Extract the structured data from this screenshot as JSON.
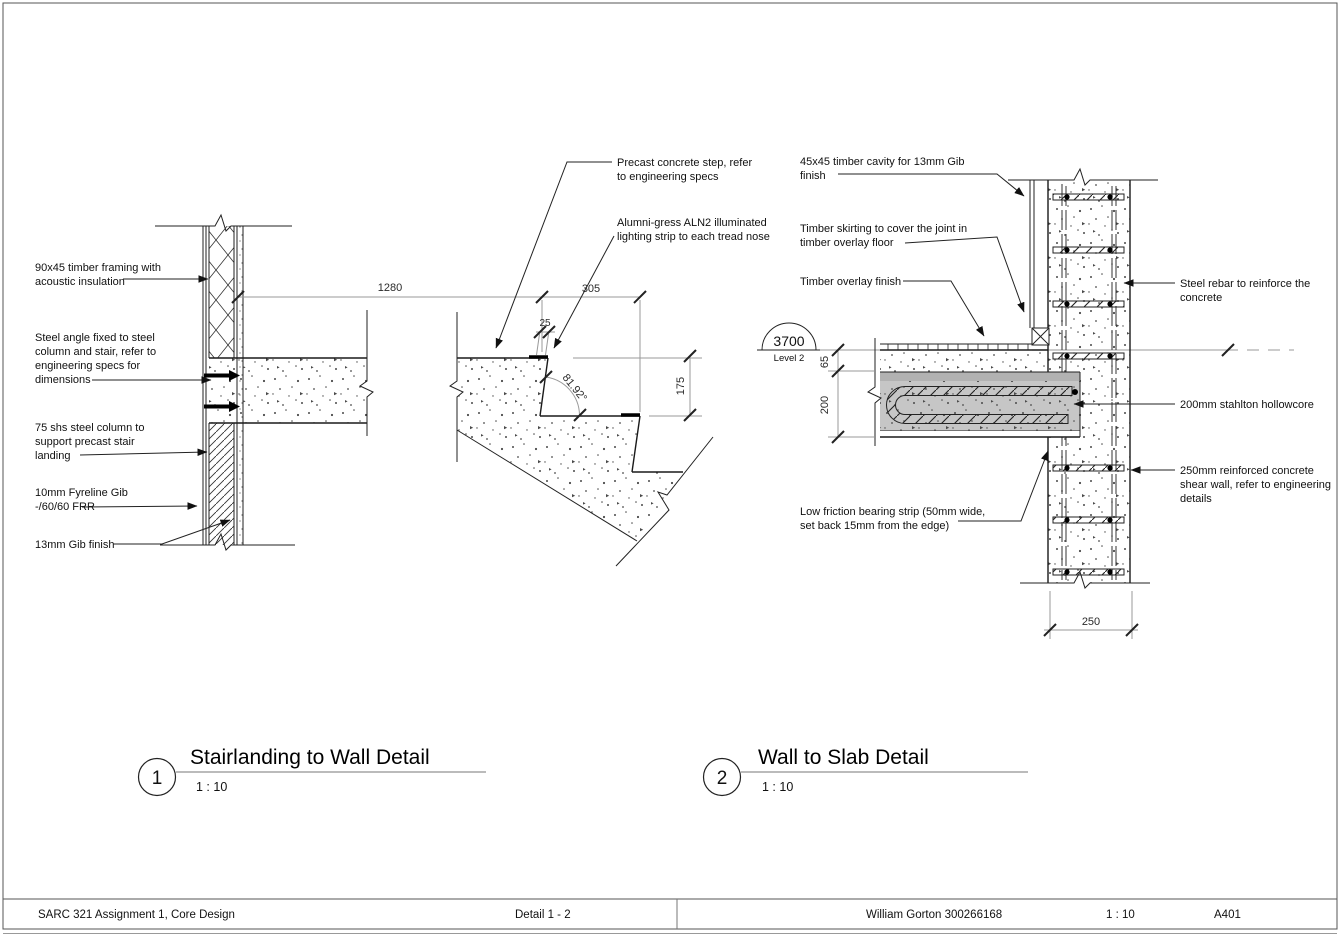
{
  "sheet": {
    "project": "SARC 321 Assignment 1, Core Design",
    "sheet_title": "Detail 1 - 2",
    "author": "William Gorton 300266168",
    "scale": "1 : 10",
    "number": "A401"
  },
  "detail1": {
    "num": "1",
    "title": "Stairlanding to Wall Detail",
    "scale": "1 : 10",
    "labels": {
      "framing": [
        "90x45 timber framing with",
        "acoustic insulation"
      ],
      "angle": [
        "Steel angle fixed to steel",
        "column and stair, refer to",
        "engineering specs for",
        "dimensions"
      ],
      "column": [
        "75 shs steel column to",
        "support precast stair",
        "landing"
      ],
      "fyreline": [
        "10mm Fyreline Gib",
        "-/60/60 FRR"
      ],
      "gib": [
        "13mm Gib finish"
      ],
      "step": [
        "Precast  concrete step, refer",
        "to engineering specs"
      ],
      "lighting": [
        "Alumni-gress ALN2  illuminated",
        "lighting strip to each tread nose"
      ]
    },
    "dims": {
      "width": "1280",
      "going": "305",
      "nose": "25",
      "riser": "175",
      "angle": "81.92°"
    }
  },
  "detail2": {
    "num": "2",
    "title": "Wall to Slab Detail",
    "scale": "1 : 10",
    "level": {
      "elevation": "3700",
      "name": "Level 2"
    },
    "labels": {
      "cavity": [
        "45x45 timber cavity for 13mm Gib",
        "finish"
      ],
      "skirting": [
        "Timber skirting to cover the joint in",
        "timber overlay floor"
      ],
      "overlay": [
        "Timber overlay finish"
      ],
      "rebar": [
        "Steel rebar to reinforce the",
        "concrete"
      ],
      "hollowcore": [
        "200mm stahlton hollowcore"
      ],
      "shearwall": [
        "250mm reinforced concrete",
        "shear wall, refer to engineering",
        "details"
      ],
      "bearing": [
        "Low friction bearing strip (50mm wide,",
        "set back 15mm from the edge)"
      ]
    },
    "dims": {
      "topping": "65",
      "slab": "200",
      "wall": "250"
    }
  }
}
